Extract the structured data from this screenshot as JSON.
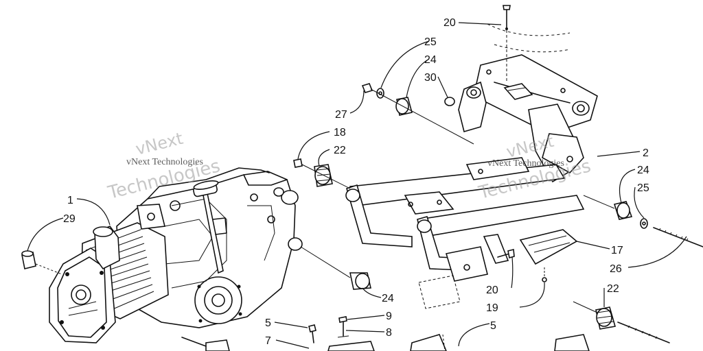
{
  "callouts": {
    "c1": "1",
    "c2": "2",
    "c5a": "5",
    "c5b": "5",
    "c7": "7",
    "c8": "8",
    "c9": "9",
    "c17": "17",
    "c18": "18",
    "c19": "19",
    "c20a": "20",
    "c20b": "20",
    "c22a": "22",
    "c22b": "22",
    "c24a": "24",
    "c24b": "24",
    "c24c": "24",
    "c25a": "25",
    "c25b": "25",
    "c26": "26",
    "c27": "27",
    "c29": "29",
    "c30": "30"
  },
  "watermark": {
    "big_left_1": "vNext",
    "big_left_2": "Technologies",
    "small_left": "vNext Technologies",
    "big_right_1": "vNext",
    "big_right_2": "Technologies",
    "small_right": "vNext Technologies"
  }
}
